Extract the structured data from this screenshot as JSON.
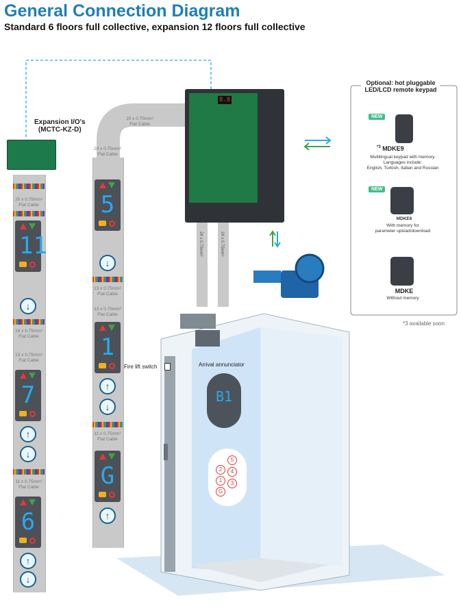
{
  "header": {
    "title": "General Connection Diagram",
    "subtitle": "Standard 6 floors full collective, expansion 12 floors full collective"
  },
  "expansion": {
    "title_line1": "Expansion I/O's",
    "title_line2": "(MCTC-KZ-D)"
  },
  "cables": {
    "c20_1": "20 x 0.75mm²",
    "c20_2": "Flat Cable",
    "c13_1": "13 x 0.75mm²",
    "c13_2": "Flat Cable",
    "c11_1": "11 x 0.75mm²",
    "c11_2": "Flat Cable",
    "c16_1": "16 x 0.75mm²",
    "c16_2": "Flat Cable",
    "c24a": "24 x 0.75mm²",
    "c24b": "24 x 0.75mm²"
  },
  "floors": {
    "f11": "11",
    "f5": "5",
    "f7": "7",
    "f1": "1",
    "f6": "6",
    "fG": "G",
    "car": "B1"
  },
  "labels": {
    "fire": "Fire lift switch",
    "arrival": "Arrival annunciator"
  },
  "car_buttons": [
    "5",
    "2",
    "4",
    "1",
    "3",
    "G"
  ],
  "optional": {
    "title_line1": "Optional: hot pluggable",
    "title_line2": "LED/LCD remote keypad",
    "new": "NEW",
    "mdke9_sup": "*3",
    "mdke9_name": "MDKE9",
    "mdke9_d1": "Multilingual keypad with memory.",
    "mdke9_d2": "Languages include:",
    "mdke9_d3": "English, Turkish, Italian and Russian",
    "mdke6_name": "MDKE6",
    "mdke6_d1": "With memory for",
    "mdke6_d2": "parameter upload/download",
    "mdke_name": "MDKE",
    "mdke_d1": "Without memory",
    "footnote": "*3 available soon"
  },
  "colors": {
    "title_blue": "#1f7fb6",
    "display_blue": "#2aa8ea",
    "new_green": "#3fbf8a",
    "cable_gray": "#c9c9c9"
  }
}
